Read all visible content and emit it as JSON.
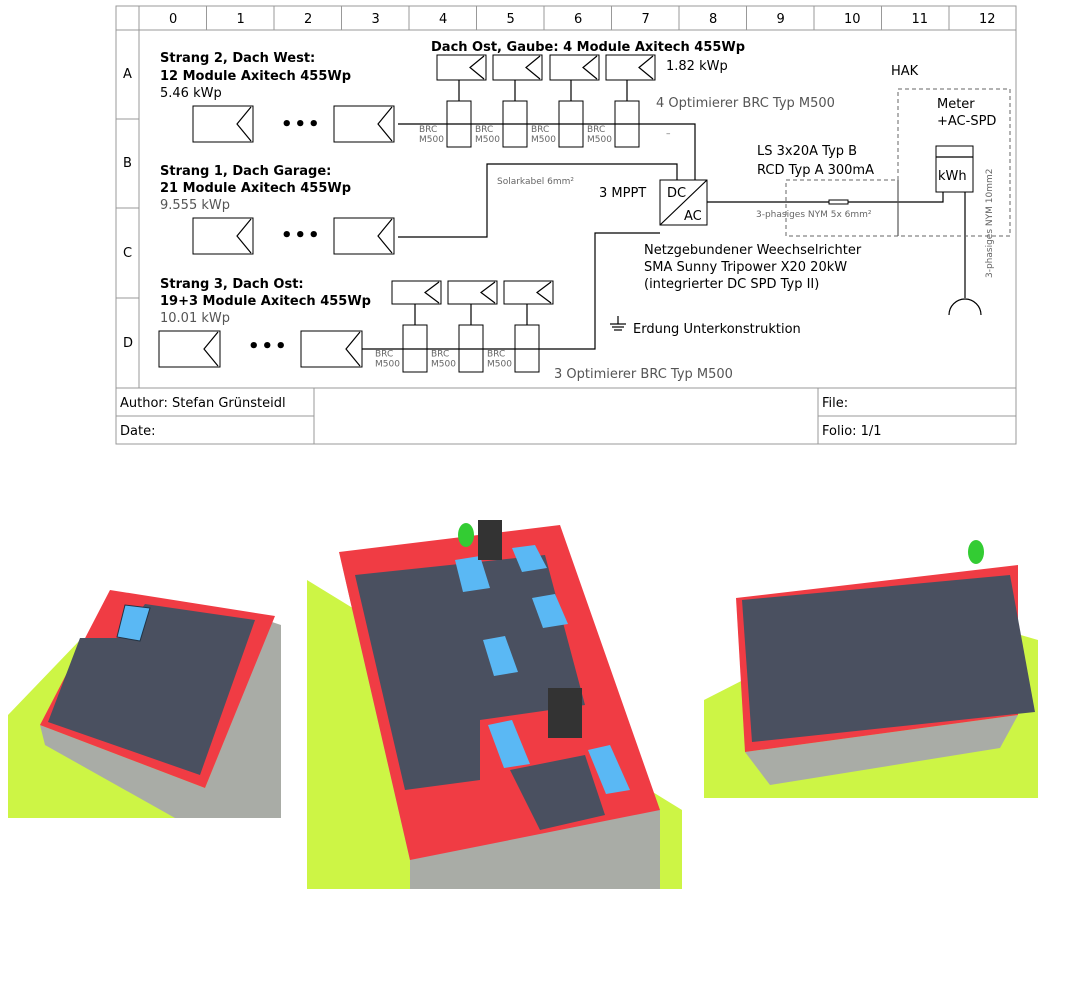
{
  "grid": {
    "columns": [
      "0",
      "1",
      "2",
      "3",
      "4",
      "5",
      "6",
      "7",
      "8",
      "9",
      "10",
      "11",
      "12"
    ],
    "rows": [
      "A",
      "B",
      "C",
      "D"
    ]
  },
  "strings": {
    "s2": {
      "title": "Strang 2, Dach West:",
      "modules": "12 Module Axitech 455Wp",
      "power": "5.46 kWp"
    },
    "s1": {
      "title": "Strang 1, Dach Garage:",
      "modules": "21 Module Axitech 455Wp",
      "power": "9.555 kWp"
    },
    "s3": {
      "title": "Strang 3, Dach Ost:",
      "modules": "19+3 Module Axitech 455Wp",
      "power": "10.01 kWp"
    },
    "gaube": {
      "title": "Dach Ost, Gaube: 4 Module Axitech 455Wp",
      "power": "1.82 kWp"
    }
  },
  "dots": "•••",
  "optimizer_label": [
    "BRC",
    "M500"
  ],
  "optimizers_top": "4 Optimierer BRC Typ M500",
  "optimizers_bottom": "3 Optimierer BRC Typ M500",
  "minus": "–",
  "solarkabel": "Solarkabel 6mm²",
  "mppt": "3 MPPT",
  "inverter": {
    "dc": "DC",
    "ac": "AC",
    "desc": [
      "Netzgebundener Weechselrichter",
      "SMA Sunny Tripower X20  20kW",
      "(integrierter DC SPD Typ II)"
    ]
  },
  "earthing": "Erdung Unterkonstruktion",
  "protection": [
    "LS 3x20A Typ B",
    "RCD Typ A  300mA"
  ],
  "cable_ac": "3-phasiges NYM 5x 6mm²",
  "cable_grid": "3-phasiges NYM 10mm2",
  "hak": "HAK",
  "meter": [
    "Meter",
    "+AC-SPD"
  ],
  "kwh": "kWh",
  "titleblock": {
    "author": "Author: Stefan Grünsteidl",
    "date": "Date:",
    "file": "File:",
    "folio": "Folio: 1/1"
  },
  "colors": {
    "roof": "#f03c44",
    "panel": "#4a5060",
    "wall": "#a9aca6",
    "grass": "#cdf545",
    "window": "#5ab8f4"
  }
}
